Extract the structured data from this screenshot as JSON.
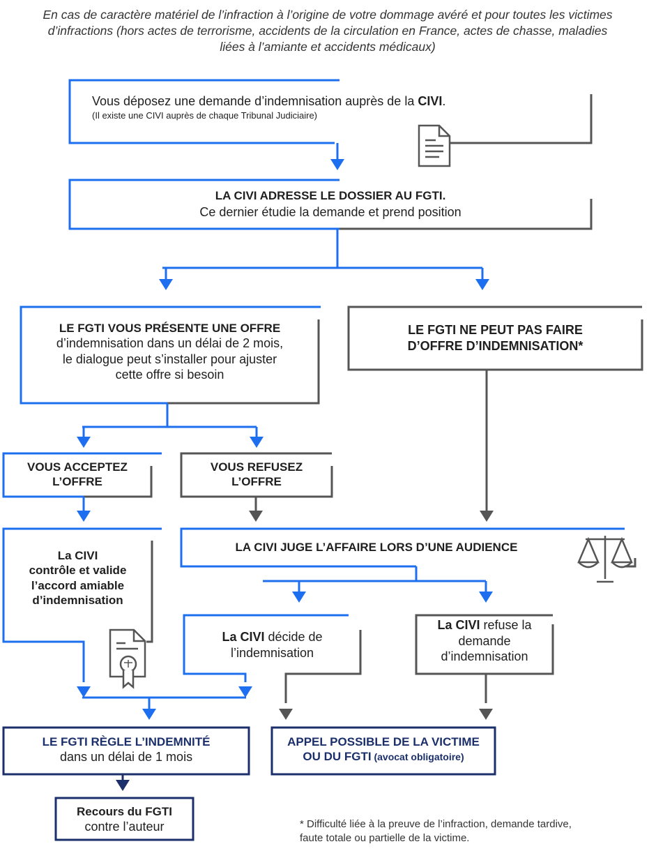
{
  "intro": "En cas de caractère matériel de l’infraction à l’origine de votre dommage avéré et pour toutes les victimes d’infractions (hors actes de terrorisme, accidents de la circulation en France, actes de chasse, maladies liées à l’amiante et accidents médicaux)",
  "step1": {
    "text_before": "Vous déposez une demande d’indemnisation auprès de la ",
    "text_bold": "CIVI",
    "text_after": ".",
    "note": "(Il existe une CIVI auprès de chaque Tribunal Judiciaire)"
  },
  "step2": {
    "title": "LA CIVI ADRESSE LE DOSSIER AU FGTI.",
    "text": "Ce dernier étudie la demande et prend position"
  },
  "offer": {
    "title": "LE FGTI VOUS PRÉSENTE UNE OFFRE",
    "text1": "d’indemnisation dans un délai de 2 mois,",
    "text2": "le dialogue peut s’installer pour ajuster",
    "text3": "cette offre si besoin"
  },
  "no_offer": {
    "line1": "LE FGTI NE PEUT PAS FAIRE",
    "line2": "D’OFFRE D’INDEMNISATION*"
  },
  "accept": {
    "line1": "VOUS ACCEPTEZ",
    "line2": "L’OFFRE"
  },
  "refuse": {
    "line1": "VOUS REFUSEZ",
    "line2": "L’OFFRE"
  },
  "civi_validate": {
    "line1": "La CIVI",
    "line2": "contrôle et valide",
    "line3": "l’accord amiable",
    "line4": "d’indemnisation"
  },
  "civi_judge": "LA CIVI JUGE L’AFFAIRE LORS D’UNE AUDIENCE",
  "civi_decide": {
    "bold": "La CIVI",
    "rest": " décide de",
    "line2": "l’indemnisation"
  },
  "civi_refuse": {
    "bold": "La CIVI",
    "rest": " refuse la",
    "line2": "demande",
    "line3": "d’indemnisation"
  },
  "fgti_pay": {
    "title": "LE FGTI RÈGLE L’INDEMNITÉ",
    "text": "dans un délai de 1 mois"
  },
  "appeal": {
    "line1": "APPEL POSSIBLE DE LA VICTIME",
    "line2": "OU DU FGTI",
    "line2_small": " (avocat obligatoire)"
  },
  "recourse": {
    "line1": "Recours du FGTI",
    "line2": "contre l’auteur"
  },
  "footnote": {
    "line1": "* Difficulté liée à la preuve de l’infraction, demande tardive,",
    "line2": "faute totale ou partielle de la victime."
  },
  "icons": [
    "document-icon",
    "certificate-icon",
    "scales-icon"
  ],
  "colors": {
    "blue": "#1e6ff0",
    "gray": "#555555",
    "navy": "#1b2f6b"
  }
}
